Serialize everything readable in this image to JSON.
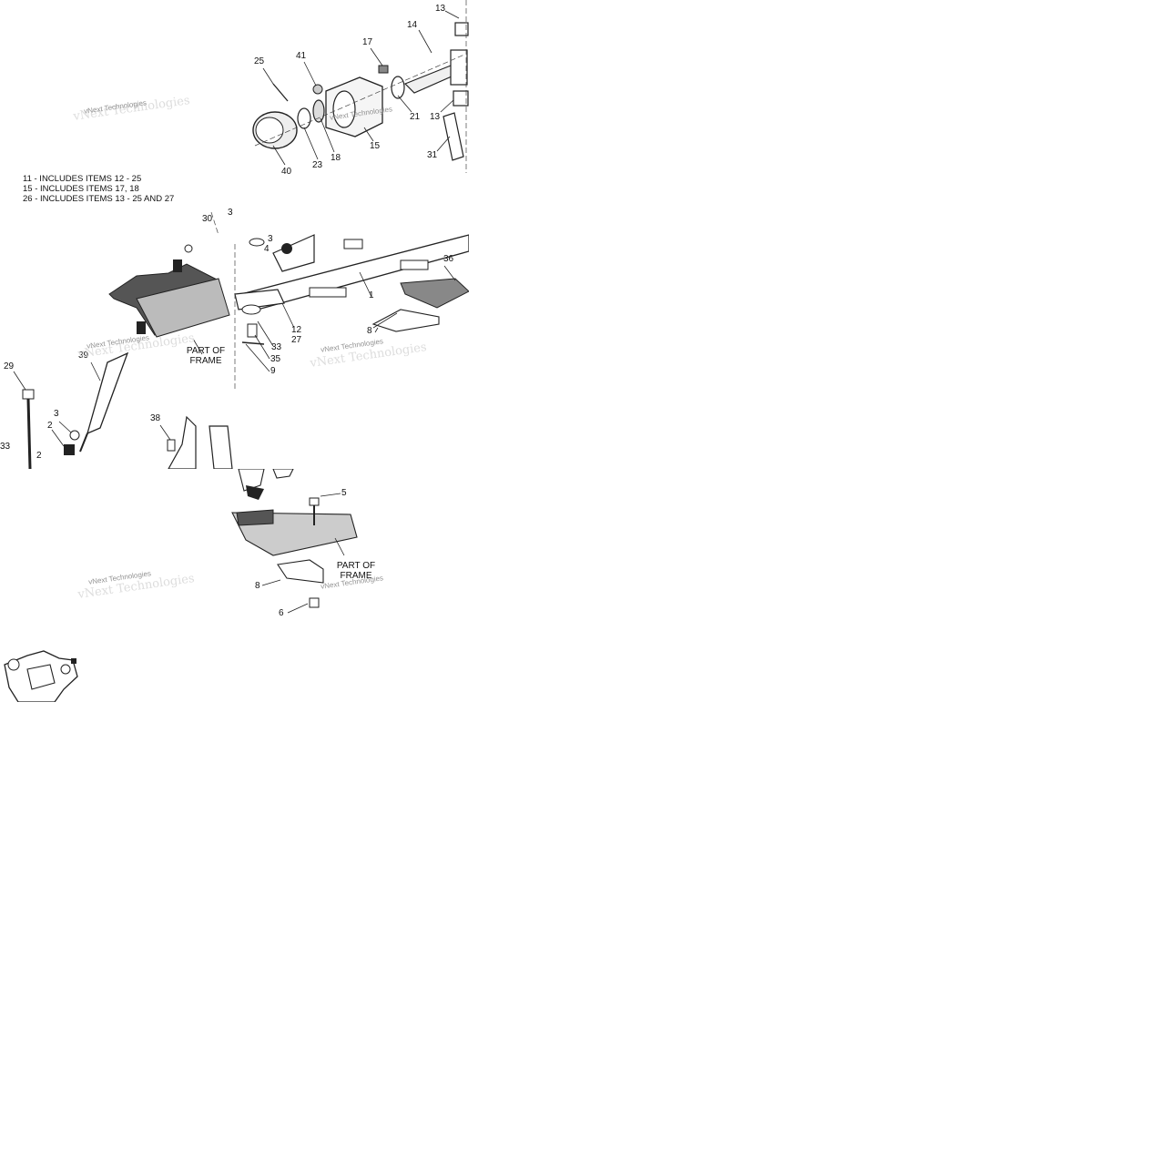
{
  "notes": [
    "11 - INCLUDES ITEMS 12 - 25",
    "15 - INCLUDES ITEMS 17, 18",
    "26 - INCLUDES ITEMS 13 - 25 AND 27"
  ],
  "watermark": "vNext Technologies",
  "frame_label_line1": "PART OF",
  "frame_label_line2": "FRAME",
  "callouts_top": [
    "13",
    "14",
    "17",
    "41",
    "25",
    "21",
    "13",
    "15",
    "18",
    "23",
    "40",
    "31"
  ],
  "callouts_mid": [
    "30",
    "3",
    "3",
    "4",
    "36",
    "1",
    "8",
    "12",
    "27",
    "33",
    "35",
    "9",
    "39"
  ],
  "callouts_left": [
    "29",
    "3",
    "2",
    "33",
    "2",
    "38"
  ],
  "callouts_bottom": [
    "5",
    "8",
    "6"
  ]
}
